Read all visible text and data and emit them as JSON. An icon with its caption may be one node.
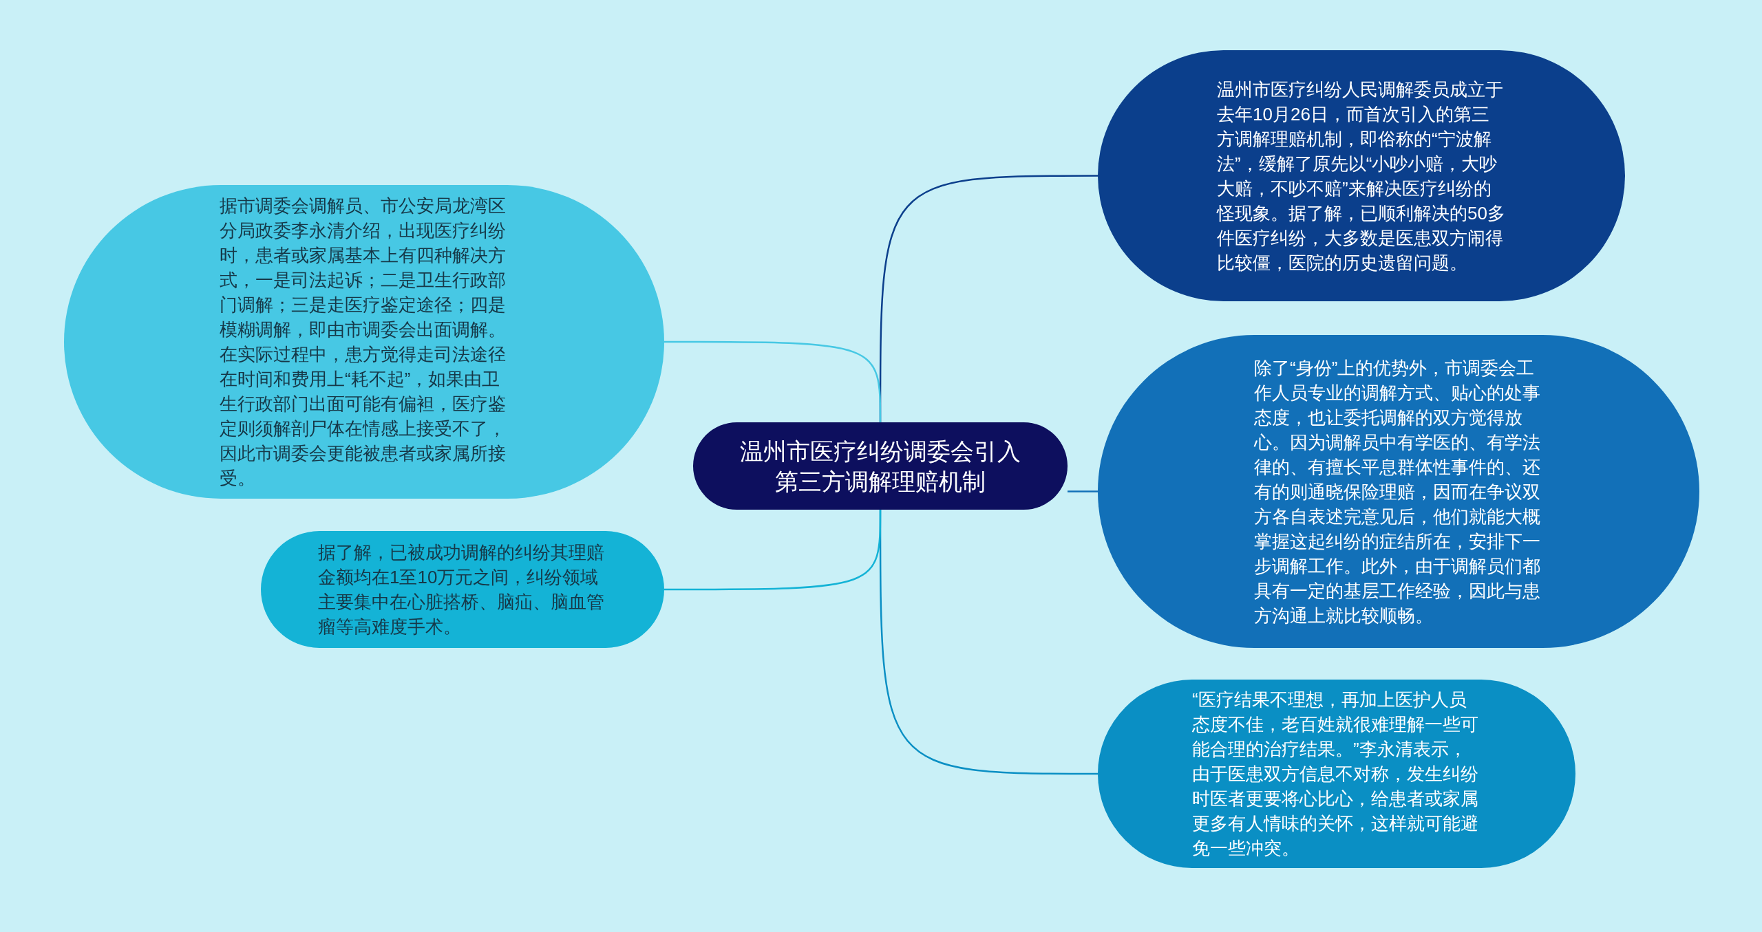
{
  "diagram": {
    "nodes": [
      {
        "text": [
          "温州市医疗纠纷调委会引入第三方调解理赔机制"
        ]
      },
      {
        "text": [
          "温州市医疗纠纷人民调解委员成立于去年10月26日，而首次引入的第三方调解理赔机制，即俗称的“宁波解法”，缓解了原先以“小吵小赔，大吵大赔，不吵不赔”来解决医疗纠纷的怪现象。据了解，已顺利解决的50多件医疗纠纷，大多数是医患双方闹得比较僵，医院的历史遗留问题。"
        ]
      },
      {
        "text": [
          "除了“身份”上的优势外，市调委会工作人员专业的调解方式、贴心的处事态度，也让委托调解的双方觉得放心。因为调解员中有学医的、有学法律的、有擅长平息群体性事件的、还有的则通晓保险理赔，因而在争议双方各自表述完意见后，他们就能大概掌握这起纠纷的症结所在，安排下一步调解工作。此外，由于调解员们都具有一定的基层工作经验，因此与患方沟通上就比较顺畅。"
        ]
      },
      {
        "text": [
          "“医疗结果不理想，再加上医护人员态度不佳，老百姓就很难理解一些可能合理的治疗结果。”李永清表示，由于医患双方信息不对称，发生纠纷时医者更要将心比心，给患者或家属更多有人情味的关怀，这样就可能避免一些冲突。"
        ]
      },
      {
        "text": [
          "据市调委会调解员、市公安局龙湾区分局政委李永清介绍，出现医疗纠纷时，患者或家属基本上有四种解决方式，一是司法起诉；二是卫生行政部门调解；三是走医疗鉴定途径；四是模糊调解，即由市调委会出面调解。在实际过程中，患方觉得走司法途径在时间和费用上“耗不起”，如果由卫生行政部门出面可能有偏袒，医疗鉴定则须解剖尸体在情感上接受不了，因此市调委会更能被患者或家属所接受。"
        ]
      },
      {
        "text": [
          "据了解，已被成功调解的纠纷其理赔金额均在1至10万元之间，纠纷领域主要集中在心脏搭桥、脑疝、脑血管瘤等高难度手术。"
        ]
      }
    ],
    "edges": [
      {
        "from": 0,
        "to": 1,
        "arrow": "none",
        "color": "#0b3f8c"
      },
      {
        "from": 0,
        "to": 2,
        "arrow": "none",
        "color": "#1270b8"
      },
      {
        "from": 0,
        "to": 3,
        "arrow": "none",
        "color": "#0a8fc4"
      },
      {
        "from": 0,
        "to": 4,
        "arrow": "none",
        "color": "#47c8e4"
      },
      {
        "from": 0,
        "to": 5,
        "arrow": "none",
        "color": "#14b3d6"
      }
    ]
  }
}
